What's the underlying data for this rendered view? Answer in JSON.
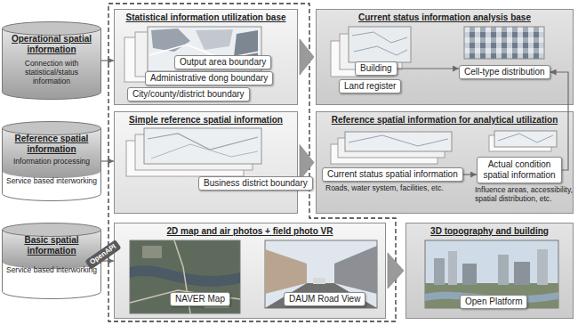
{
  "diagram": {
    "nodes": [
      {
        "text": [
          "Operational spatial information",
          "Connection with statistical/status information"
        ]
      },
      {
        "text": [
          "Statistical information utilization base"
        ]
      },
      {
        "text": [
          "Output area boundary"
        ],
        "in": 1
      },
      {
        "text": [
          "Administrative dong boundary"
        ],
        "in": 1
      },
      {
        "text": [
          "City/county/district boundary"
        ],
        "in": 1
      },
      {
        "text": [
          "Current status information analysis base"
        ]
      },
      {
        "text": [
          "Building"
        ],
        "in": 5
      },
      {
        "text": [
          "Land register"
        ],
        "in": 5
      },
      {
        "text": [
          "Cell-type distribution"
        ],
        "in": 5
      },
      {
        "text": [
          "Reference spatial information",
          "Information processing",
          "Service based interworking"
        ]
      },
      {
        "text": [
          "Simple reference spatial information"
        ]
      },
      {
        "text": [
          "Business district boundary"
        ],
        "in": 10
      },
      {
        "text": [
          "Reference spatial information for analytical utilization"
        ]
      },
      {
        "text": [
          "Current status spatial information"
        ],
        "in": 12
      },
      {
        "text": [
          "Actual condition spatial information"
        ],
        "in": 12
      },
      {
        "text": [
          "Basic spatial information",
          "Service based interworking"
        ]
      },
      {
        "text": [
          "2D map and air photos + field photo VR"
        ]
      },
      {
        "text": [
          "NAVER Map"
        ],
        "in": 16
      },
      {
        "text": [
          "DAUM Road View"
        ],
        "in": 16
      },
      {
        "text": [
          "3D topography and building"
        ]
      },
      {
        "text": [
          "Open Platform"
        ],
        "in": 19
      }
    ],
    "edges": [
      {
        "from": 0,
        "to": 1,
        "arrow": "to"
      },
      {
        "from": 9,
        "to": 10,
        "arrow": "to"
      },
      {
        "from": 15,
        "to": 16,
        "arrow": "to",
        "label": "OpenAPI"
      },
      {
        "from": 1,
        "to": 5,
        "arrow": "to"
      },
      {
        "from": 10,
        "to": 12,
        "arrow": "to"
      },
      {
        "from": 16,
        "to": 19,
        "arrow": "to"
      },
      {
        "from": 6,
        "to": 8,
        "arrow": "to"
      },
      {
        "from": 13,
        "to": 14,
        "arrow": "to"
      },
      {
        "from": 14,
        "to": 8,
        "arrow": "to"
      }
    ],
    "labels": [
      "Roads, water system, facilities, etc.",
      "Influence areas, accessibility, spatial distribution, etc."
    ]
  }
}
